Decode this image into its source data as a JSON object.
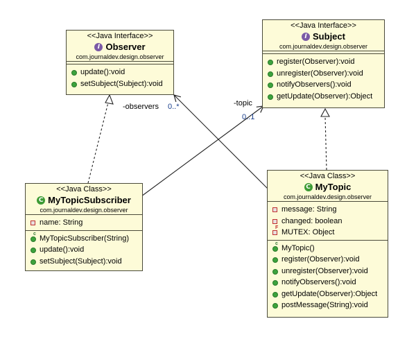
{
  "observer": {
    "stereotype": "<<Java Interface>>",
    "name": "Observer",
    "package": "com.journaldev.design.observer",
    "icon": "interface-icon",
    "methods": [
      "update():void",
      "setSubject(Subject):void"
    ]
  },
  "subject": {
    "stereotype": "<<Java Interface>>",
    "name": "Subject",
    "package": "com.journaldev.design.observer",
    "icon": "interface-icon",
    "methods": [
      "register(Observer):void",
      "unregister(Observer):void",
      "notifyObservers():void",
      "getUpdate(Observer):Object"
    ]
  },
  "subscriber": {
    "stereotype": "<<Java Class>>",
    "name": "MyTopicSubscriber",
    "package": "com.journaldev.design.observer",
    "icon": "class-icon",
    "attributes": [
      "name: String"
    ],
    "methods": [
      "MyTopicSubscriber(String)",
      "update():void",
      "setSubject(Subject):void"
    ]
  },
  "topic": {
    "stereotype": "<<Java Class>>",
    "name": "MyTopic",
    "package": "com.journaldev.design.observer",
    "icon": "class-icon",
    "attributes": [
      "message: String",
      "changed: boolean",
      "MUTEX: Object"
    ],
    "methods": [
      "MyTopic()",
      "register(Observer):void",
      "unregister(Observer):void",
      "notifyObservers():void",
      "getUpdate(Observer):Object",
      "postMessage(String):void"
    ]
  },
  "labels": {
    "observers_role": "-observers",
    "observers_mult": "0..*",
    "topic_role": "-topic",
    "topic_mult": "0..1"
  },
  "colors": {
    "class_fill": "#fdfbd8",
    "border": "#4a4a3a",
    "interface_badge": "#7b5aa6",
    "class_badge": "#3d9b35",
    "multiplicity": "#1a3f8c"
  }
}
